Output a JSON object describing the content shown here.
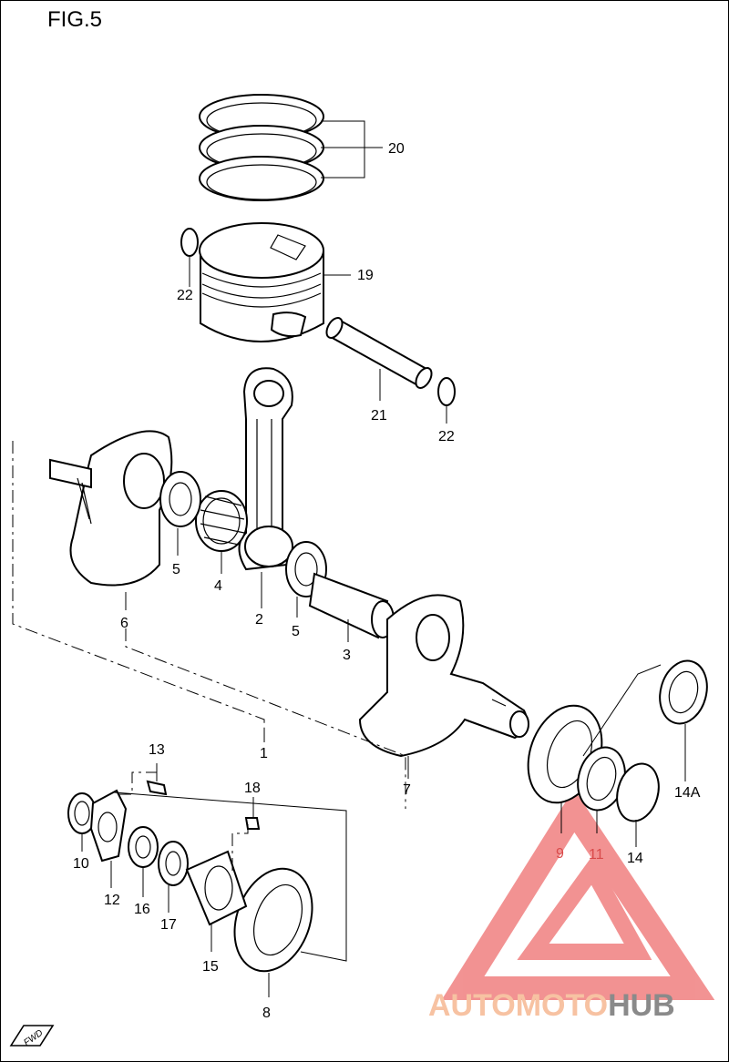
{
  "figure": {
    "title": "FIG.5"
  },
  "callouts": [
    {
      "id": "20",
      "text": "20"
    },
    {
      "id": "22a",
      "text": "22"
    },
    {
      "id": "19",
      "text": "19"
    },
    {
      "id": "21",
      "text": "21"
    },
    {
      "id": "22b",
      "text": "22"
    },
    {
      "id": "5a",
      "text": "5"
    },
    {
      "id": "4",
      "text": "4"
    },
    {
      "id": "6",
      "text": "6"
    },
    {
      "id": "2",
      "text": "2"
    },
    {
      "id": "5b",
      "text": "5"
    },
    {
      "id": "3",
      "text": "3"
    },
    {
      "id": "1",
      "text": "1"
    },
    {
      "id": "7",
      "text": "7"
    },
    {
      "id": "13",
      "text": "13"
    },
    {
      "id": "18",
      "text": "18"
    },
    {
      "id": "14A",
      "text": "14A"
    },
    {
      "id": "9",
      "text": "9"
    },
    {
      "id": "11",
      "text": "11"
    },
    {
      "id": "14",
      "text": "14"
    },
    {
      "id": "10",
      "text": "10"
    },
    {
      "id": "12",
      "text": "12"
    },
    {
      "id": "16",
      "text": "16"
    },
    {
      "id": "17",
      "text": "17"
    },
    {
      "id": "15",
      "text": "15"
    },
    {
      "id": "8",
      "text": "8"
    }
  ],
  "fwd_badge": {
    "text": "FWD"
  },
  "watermark": {
    "brand_part1": "AUTOMOTO",
    "brand_part2": "HUB",
    "color_part1": "#f7c2a2",
    "color_part2": "#8a8a8a",
    "logo_color": "#f08080"
  }
}
